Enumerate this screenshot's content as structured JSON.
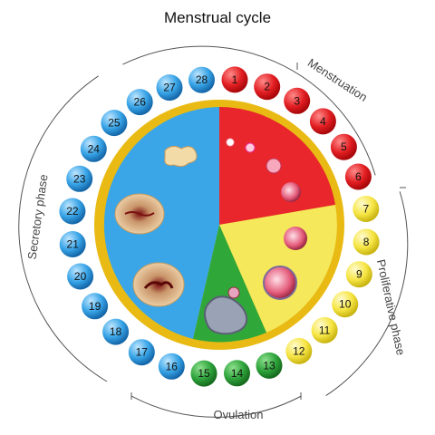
{
  "title": "Menstrual cycle",
  "phases": [
    {
      "key": "menstruation",
      "label": "Menstruation",
      "days": [
        1,
        6
      ],
      "color": "#e8262b"
    },
    {
      "key": "proliferative",
      "label": "Proliferative phase",
      "days": [
        7,
        12
      ],
      "color": "#f5e85a"
    },
    {
      "key": "ovulation",
      "label": "Ovulation",
      "days": [
        13,
        15
      ],
      "color": "#2fa839"
    },
    {
      "key": "secretory",
      "label": "Secretory phase",
      "days": [
        16,
        28
      ],
      "color": "#3aa6e8"
    }
  ],
  "days": [
    "1",
    "2",
    "3",
    "4",
    "5",
    "6",
    "7",
    "8",
    "9",
    "10",
    "11",
    "12",
    "13",
    "14",
    "15",
    "16",
    "17",
    "18",
    "19",
    "20",
    "21",
    "22",
    "23",
    "24",
    "25",
    "26",
    "27",
    "28"
  ],
  "colors": {
    "menstruation_day": "#e8262b",
    "proliferative_day": "#f5e85a",
    "ovulation_day": "#2fa839",
    "secretory_day": "#3aa6e8",
    "pie_border": "#f0c419",
    "ring_line": "#555555"
  }
}
